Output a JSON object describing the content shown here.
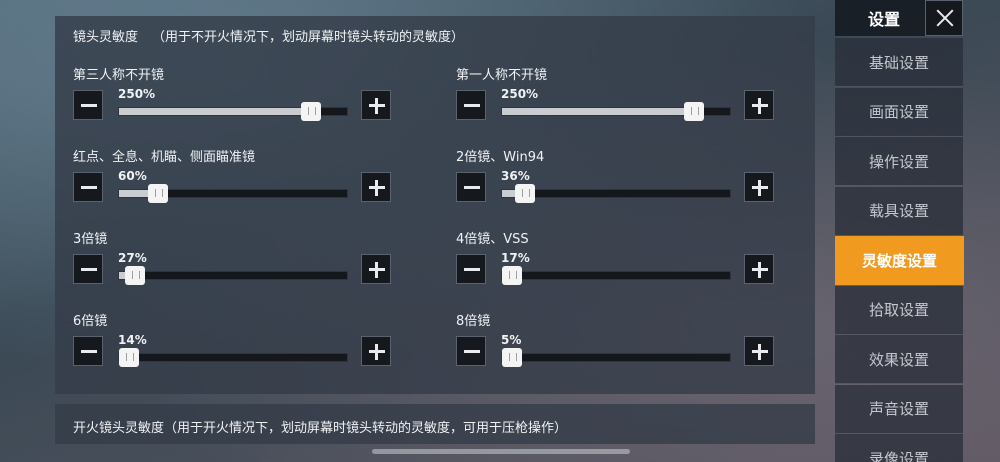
{
  "panel": {
    "title": "镜头灵敏度",
    "subtitle": "（用于不开火情况下，划动屏幕时镜头转动的灵敏度）"
  },
  "sliders": [
    {
      "label": "第三人称不开镜",
      "value_text": "250%",
      "fraction": 0.835
    },
    {
      "label": "第一人称不开镜",
      "value_text": "250%",
      "fraction": 0.835
    },
    {
      "label": "红点、全息、机瞄、侧面瞄准镜",
      "value_text": "60%",
      "fraction": 0.17
    },
    {
      "label": "2倍镜、Win94",
      "value_text": "36%",
      "fraction": 0.1
    },
    {
      "label": "3倍镜",
      "value_text": "27%",
      "fraction": 0.07
    },
    {
      "label": "4倍镜、VSS",
      "value_text": "17%",
      "fraction": 0.04
    },
    {
      "label": "6倍镜",
      "value_text": "14%",
      "fraction": 0.035
    },
    {
      "label": "8倍镜",
      "value_text": "5%",
      "fraction": 0.03
    }
  ],
  "fire_section": {
    "label": "开火镜头灵敏度（用于开火情况下，划动屏幕时镜头转动的灵敏度，可用于压枪操作）"
  },
  "sidebar": {
    "title": "设置",
    "items": [
      {
        "label": "基础设置",
        "active": false
      },
      {
        "label": "画面设置",
        "active": false
      },
      {
        "label": "操作设置",
        "active": false
      },
      {
        "label": "载具设置",
        "active": false
      },
      {
        "label": "灵敏度设置",
        "active": true
      },
      {
        "label": "拾取设置",
        "active": false
      },
      {
        "label": "效果设置",
        "active": false
      },
      {
        "label": "声音设置",
        "active": false
      },
      {
        "label": "录像设置",
        "active": false
      }
    ]
  },
  "colors": {
    "accent": "#f09a1f",
    "panel_bg": "#343c48"
  },
  "icons": {
    "minus": "minus-icon",
    "plus": "plus-icon",
    "close": "close-icon"
  }
}
